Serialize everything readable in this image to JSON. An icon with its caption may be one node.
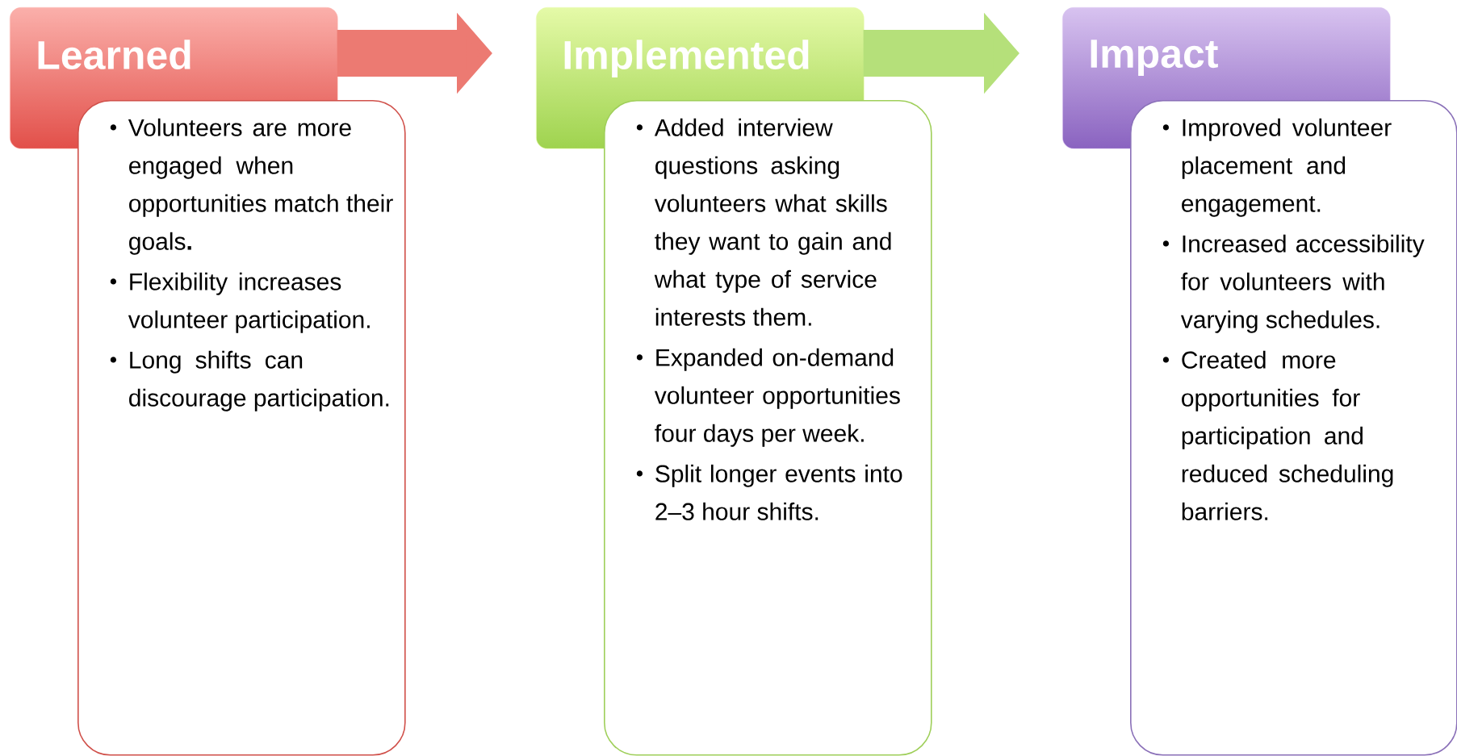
{
  "diagram": {
    "nodes": [
      {
        "text": [
          "Learned"
        ]
      },
      {
        "text": [
          "Volunteers are more engaged when opportunities match their goals**.**",
          "Flexibility increases volunteer participation.",
          "Long shifts can discourage participation."
        ]
      },
      {
        "text": [
          "Implemented"
        ]
      },
      {
        "text": [
          "Added interview questions asking volunteers what skills they want to gain and what type of service interests them.",
          "Expanded on-demand volunteer opportunities four days per week.",
          "Split longer events into 2–3 hour shifts."
        ]
      },
      {
        "text": [
          "Impact"
        ]
      },
      {
        "text": [
          "Improved volunteer placement and engagement.",
          "Increased accessibility for volunteers with varying schedules.",
          "Created more opportunities for participation and reduced scheduling barriers."
        ]
      }
    ],
    "edges": [
      {
        "from": 0,
        "to": 2,
        "arrow": "to",
        "color": "#ec7a72"
      },
      {
        "from": 2,
        "to": 4,
        "arrow": "to",
        "color": "#b5e07a"
      }
    ]
  }
}
